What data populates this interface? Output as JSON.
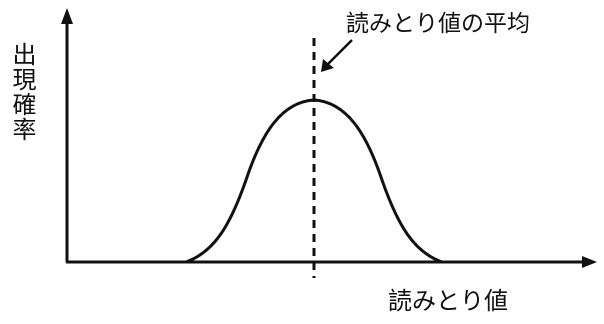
{
  "labels": {
    "y_axis": "出現確率",
    "mean": "読みとり値の平均",
    "x_axis": "読みとり値"
  },
  "colors": {
    "ink": "#111111",
    "background": "#ffffff"
  },
  "curve": {
    "shape": "bell",
    "mean_marker": "dashed-vertical-line"
  }
}
